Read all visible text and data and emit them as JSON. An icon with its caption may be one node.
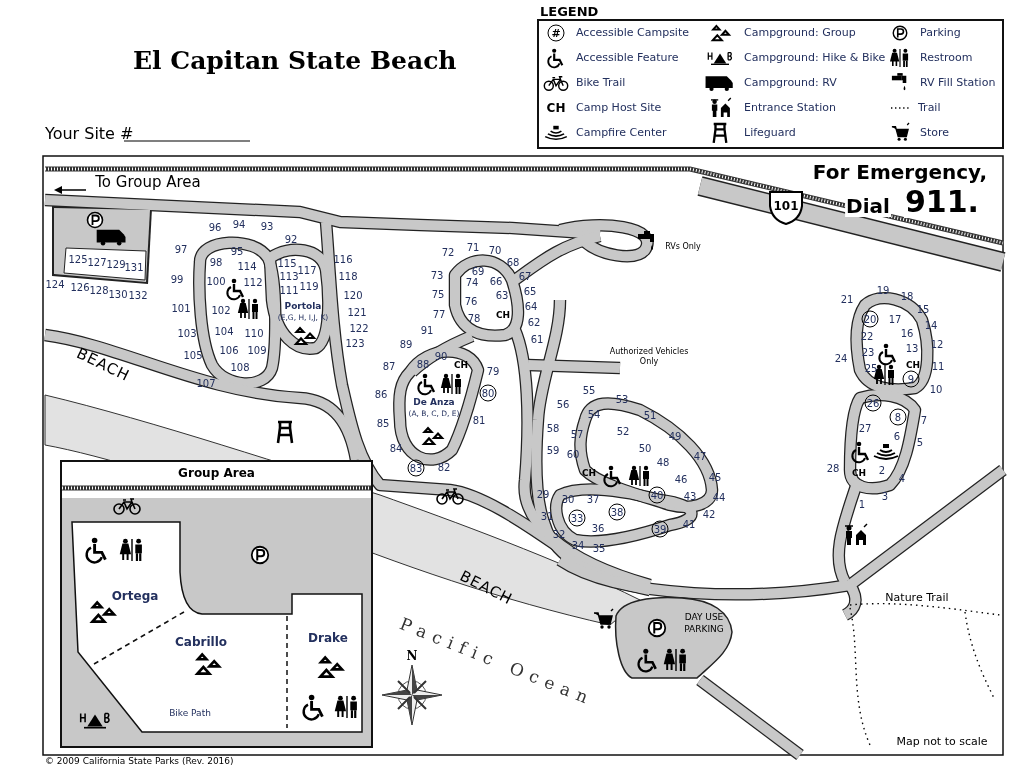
{
  "diagram": {
    "title": "El Capitan State Beach",
    "caption": "© 2009 California State Parks (Rev. 2016)",
    "nodes": [
      {
        "text": [
          "Group Area"
        ]
      },
      {
        "text": [
          "DAY USE PARKING"
        ]
      }
    ],
    "labels": [
      "LEGEND",
      "#",
      "CH",
      "Your Site #",
      "For Emergency,",
      "Dial",
      "911.",
      "To Group Area",
      "101",
      "RVs Only",
      "125",
      "127",
      "129",
      "131",
      "124",
      "126",
      "128",
      "130",
      "132",
      "96",
      "94",
      "93",
      "92",
      "97",
      "95",
      "98",
      "114",
      "115",
      "117",
      "116",
      "99",
      "100",
      "112",
      "113",
      "119",
      "118",
      "111",
      "120",
      "101",
      "102",
      "121",
      "122",
      "103",
      "104",
      "110",
      "123",
      "105",
      "106",
      "109",
      "108",
      "107",
      "72",
      "71",
      "70",
      "68",
      "69",
      "73",
      "74",
      "66",
      "67",
      "75",
      "63",
      "65",
      "76",
      "64",
      "77",
      "78",
      "62",
      "91",
      "61",
      "89",
      "90",
      "87",
      "88",
      "79",
      "86",
      "80",
      "85",
      "81",
      "84",
      "83",
      "82",
      "55",
      "53",
      "56",
      "54",
      "51",
      "58",
      "57",
      "52",
      "49",
      "59",
      "60",
      "50",
      "47",
      "48",
      "46",
      "45",
      "29",
      "30",
      "37",
      "40",
      "43",
      "44",
      "31",
      "33",
      "38",
      "42",
      "36",
      "39",
      "41",
      "32",
      "34",
      "35",
      "19",
      "21",
      "18",
      "15",
      "20",
      "17",
      "14",
      "22",
      "16",
      "23",
      "13",
      "12",
      "24",
      "25",
      "11",
      "9",
      "10",
      "26",
      "8",
      "7",
      "27",
      "6",
      "5",
      "28",
      "2",
      "4",
      "3",
      "1",
      "Portola",
      "(E,G, H, I,J, K)",
      "De Anza",
      "(A, B, C, D, E)",
      "Authorized Vehicles Only",
      "CH",
      "CH",
      "CH",
      "CH",
      "CH",
      "BEACH",
      "BEACH",
      "Ortega",
      "Cabrillo",
      "Drake",
      "Bike Path",
      "Pacific Ocean",
      "N",
      "Nature Trail",
      "Map not to scale"
    ],
    "legend": [
      {
        "text": "Accessible Campsite"
      },
      {
        "text": "Accessible Feature"
      },
      {
        "text": "Bike Trail"
      },
      {
        "text": "Camp Host Site"
      },
      {
        "text": "Campfire Center"
      },
      {
        "text": "Campground: Group"
      },
      {
        "text": "Campground: Hike & Bike"
      },
      {
        "text": "Campground: RV"
      },
      {
        "text": "Entrance Station"
      },
      {
        "text": "Lifeguard"
      },
      {
        "text": "Parking"
      },
      {
        "text": "Restroom"
      },
      {
        "text": "RV Fill Station"
      },
      {
        "text": "Trail"
      },
      {
        "text": "Store"
      }
    ]
  }
}
